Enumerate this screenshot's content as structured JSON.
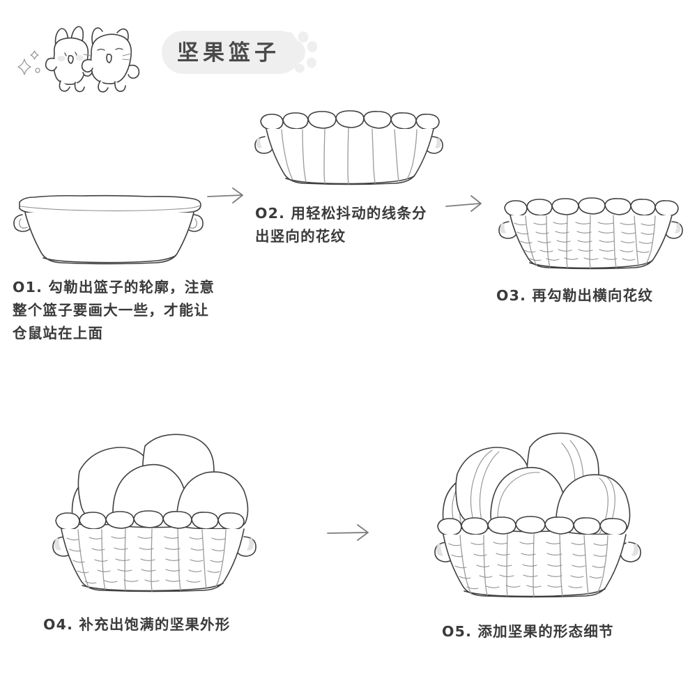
{
  "page": {
    "background_color": "#ffffff",
    "ink_color": "#3f3f3f",
    "soft_ink_color": "#9a9a9a"
  },
  "header": {
    "title": "坚果篮子",
    "badge_color": "#efefef",
    "title_color": "#4a4a4a",
    "mascots": [
      {
        "name": "bunny",
        "label": "bunny-mascot"
      },
      {
        "name": "cat",
        "label": "cat-mascot"
      }
    ],
    "decorations": {
      "sparkles": "sparkles-decoration",
      "paw": "paw-print-decoration"
    }
  },
  "steps": [
    {
      "id": "01",
      "number": "O1.",
      "caption": "O1. 勾勒出篮子的轮廓，注意\n整个篮子要画大一些，才能让\n仓鼠站在上面",
      "figure": "basket-outline",
      "description": "篮子的轮廓"
    },
    {
      "id": "02",
      "number": "O2.",
      "caption": "O2. 用轻松抖动的线条分\n出竖向的花纹",
      "figure": "basket-vertical-pattern",
      "description": "竖向的花纹"
    },
    {
      "id": "03",
      "number": "O3.",
      "caption": "O3. 再勾勒出横向花纹",
      "figure": "basket-woven-pattern",
      "description": "横向花纹"
    },
    {
      "id": "04",
      "number": "O4.",
      "caption": "O4. 补充出饱满的坚果外形",
      "figure": "basket-with-nut-shapes",
      "description": "饱满的坚果外形"
    },
    {
      "id": "05",
      "number": "O5.",
      "caption": "O5. 添加坚果的形态细节",
      "figure": "basket-with-nut-details",
      "description": "坚果的形态细节"
    }
  ],
  "arrows": [
    {
      "id": "arrow-1",
      "from": "01",
      "to": "02",
      "direction": "right"
    },
    {
      "id": "arrow-2",
      "from": "02",
      "to": "03",
      "direction": "right"
    },
    {
      "id": "arrow-3",
      "from": "04",
      "to": "05",
      "direction": "right"
    }
  ]
}
